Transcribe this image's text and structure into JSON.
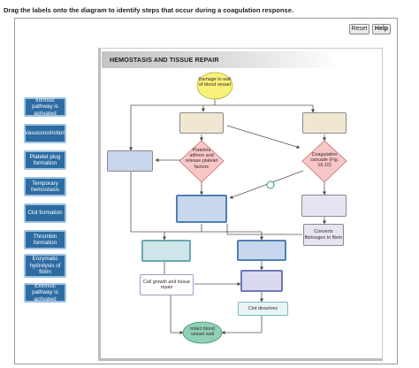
{
  "instructions": "Drag the labels onto the diagram to identify steps that occur during a coagulation response.",
  "buttons": {
    "reset": "Reset",
    "help": "Help"
  },
  "labels": [
    "Intrinsic pathway is activated",
    "Vasoconstriction",
    "Platelet plug formation",
    "Temporary hemostasis",
    "Clot formation",
    "Thrombin formation",
    "Enzymatic hydrolysis of fibrin",
    "Extrinsic pathway is activated"
  ],
  "diagram": {
    "title": "HEMOSTASIS AND TISSUE REPAIR",
    "nodes": {
      "damage": "Damage to wall of blood vessel",
      "platelets": "Platelets adhere and release platelet factors",
      "cascade": "Coagulation cascade (Fig. 16.10)",
      "converts": "Converts fibrinogen to fibrin",
      "cell_growth": "Cell growth and tissue repair",
      "clot_dissolves": "Clot dissolves",
      "intact": "Intact blood vessel wall"
    }
  },
  "colors": {
    "label_fill": "#2d6ca2",
    "label_border": "#9fc3e2",
    "damage_fill": "#f9f27a",
    "diamond_fill": "#f7c7c7",
    "intact_fill": "#8fd1b6"
  }
}
